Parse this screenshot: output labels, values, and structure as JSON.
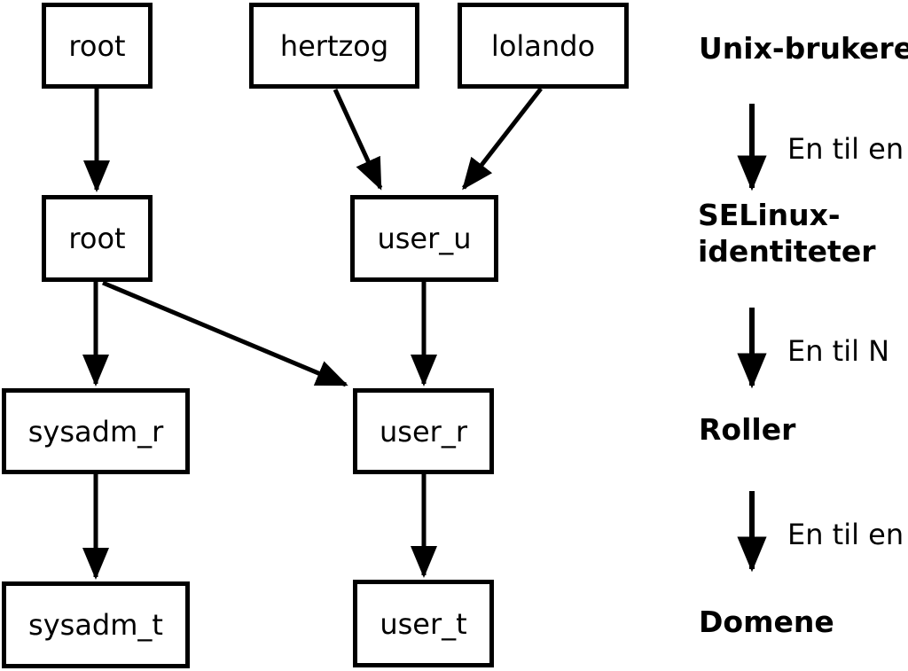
{
  "diagram": {
    "description": "Mapping of Unix users to SELinux identities, roles and domains",
    "colors": {
      "stroke": "#000000",
      "box_fill": "#ffffff",
      "background": "#ffffff"
    },
    "boxes": [
      {
        "id": "unix-user-root",
        "label": "root"
      },
      {
        "id": "unix-user-hertzog",
        "label": "hertzog"
      },
      {
        "id": "unix-user-lolando",
        "label": "lolando"
      },
      {
        "id": "selinux-id-root",
        "label": "root"
      },
      {
        "id": "selinux-id-user-u",
        "label": "user_u"
      },
      {
        "id": "role-sysadm-r",
        "label": "sysadm_r"
      },
      {
        "id": "role-user-r",
        "label": "user_r"
      },
      {
        "id": "domain-sysadm-t",
        "label": "sysadm_t"
      },
      {
        "id": "domain-user-t",
        "label": "user_t"
      }
    ],
    "edges": [
      {
        "from": "unix-user-root",
        "to": "selinux-id-root"
      },
      {
        "from": "unix-user-hertzog",
        "to": "selinux-id-user-u"
      },
      {
        "from": "unix-user-lolando",
        "to": "selinux-id-user-u"
      },
      {
        "from": "selinux-id-root",
        "to": "role-sysadm-r"
      },
      {
        "from": "selinux-id-root",
        "to": "role-user-r"
      },
      {
        "from": "selinux-id-user-u",
        "to": "role-user-r"
      },
      {
        "from": "role-sysadm-r",
        "to": "domain-sysadm-t"
      },
      {
        "from": "role-user-r",
        "to": "domain-user-t"
      }
    ],
    "legend": {
      "level1": "Unix-brukere",
      "arrow1": "En til en",
      "level2_line1": "SELinux-",
      "level2_line2": "identiteter",
      "arrow2": "En til N",
      "level3": "Roller",
      "arrow3": "En til en",
      "level4": "Domene"
    }
  }
}
